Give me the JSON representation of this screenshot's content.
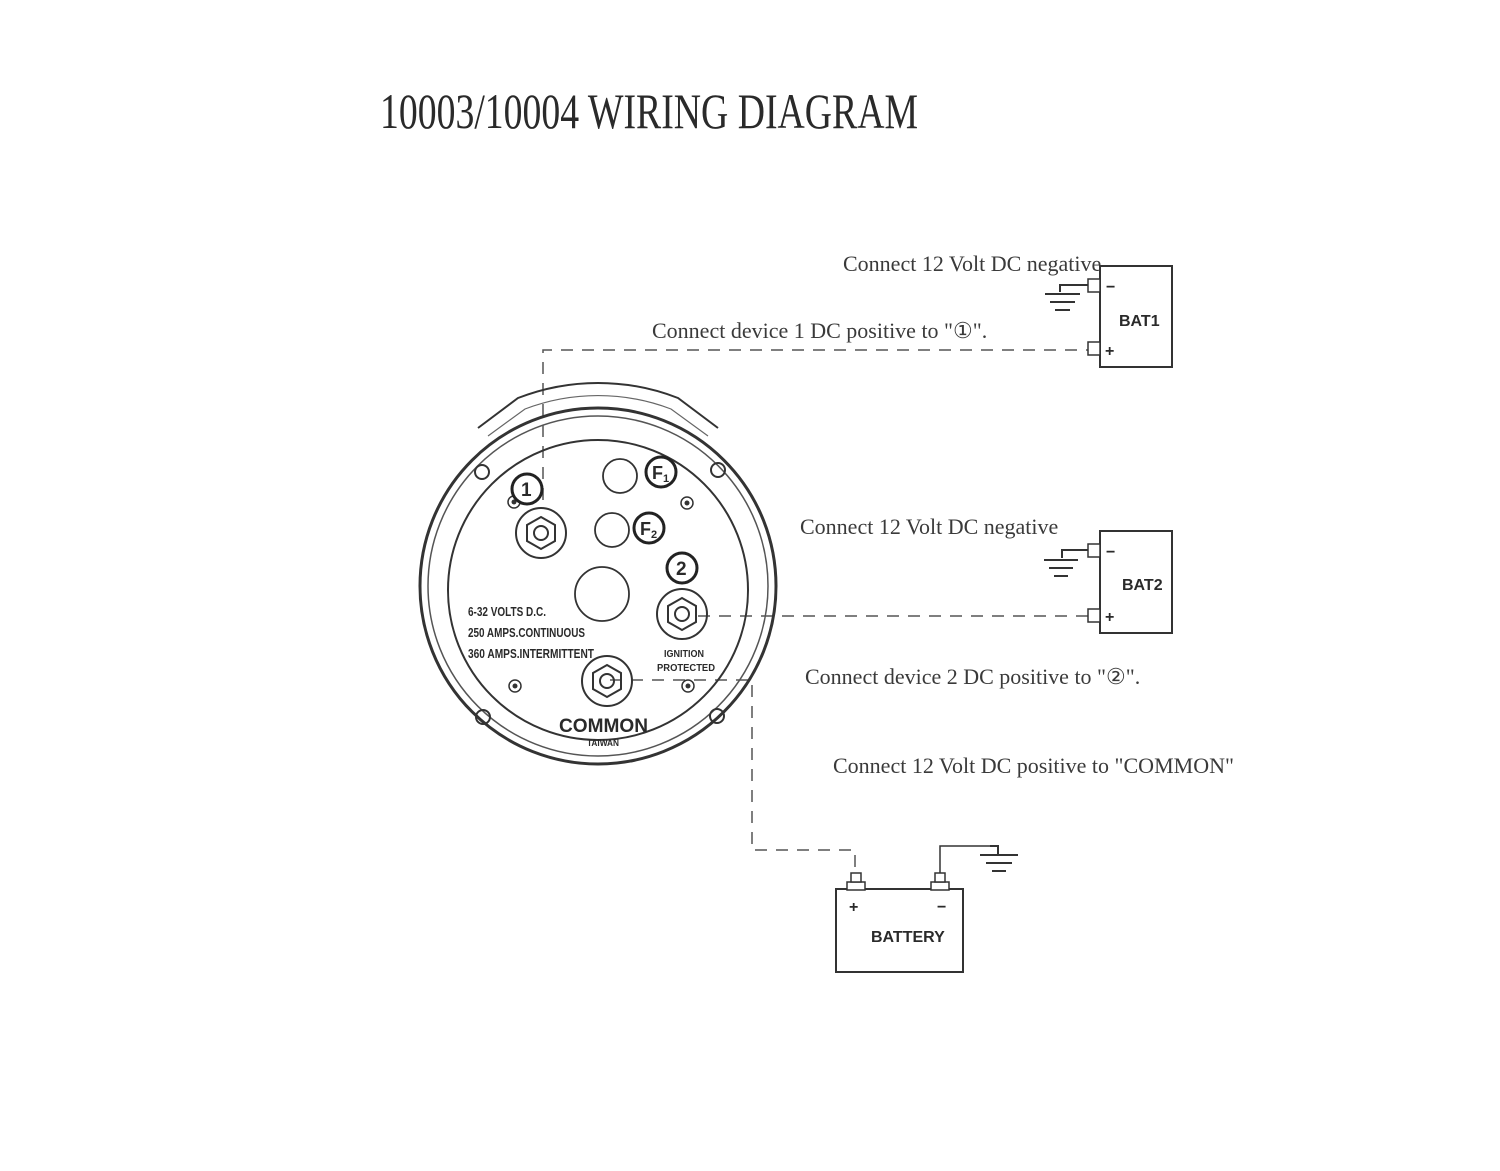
{
  "title": "10003/10004 WIRING DIAGRAM",
  "notes": {
    "bat1_negative": "Connect 12 Volt DC negative",
    "device1_positive": "Connect device 1 DC positive to  \"①\".",
    "bat2_negative": "Connect 12 Volt DC negative",
    "device2_positive": "Connect device 2 DC positive to  \"②\".",
    "common_positive": "Connect 12 Volt DC positive to \"COMMON\""
  },
  "switch": {
    "terminal_1": "1",
    "terminal_2": "2",
    "fuse_1": "F",
    "fuse_1_sub": "1",
    "fuse_2": "F",
    "fuse_2_sub": "2",
    "rating_volts": "6-32  VOLTS D.C.",
    "rating_continuous": "250  AMPS.CONTINUOUS",
    "rating_intermittent": "360  AMPS.INTERMITTENT",
    "ignition": "IGNITION",
    "protected": "PROTECTED",
    "common": "COMMON",
    "origin": "TAIWAN"
  },
  "batteries": {
    "bat1": {
      "label": "BAT1",
      "minus": "−",
      "plus": "+"
    },
    "bat2": {
      "label": "BAT2",
      "minus": "−",
      "plus": "+"
    },
    "main": {
      "label": "BATTERY",
      "minus": "−",
      "plus": "+"
    }
  }
}
